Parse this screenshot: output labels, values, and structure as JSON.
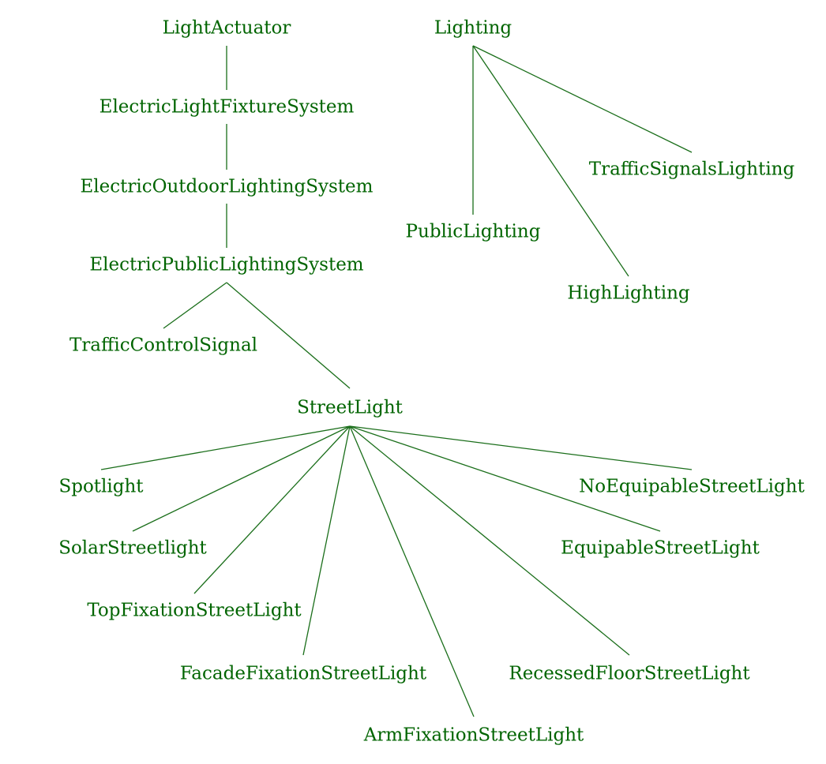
{
  "colors": {
    "ink": "#006400",
    "edge": "#1a6e1a",
    "background": "#ffffff"
  },
  "nodes": {
    "light_actuator": "LightActuator",
    "electric_light_fixture_system": "ElectricLightFixtureSystem",
    "electric_outdoor_lighting_system": "ElectricOutdoorLightingSystem",
    "electric_public_lighting_system": "ElectricPublicLightingSystem",
    "traffic_control_signal": "TrafficControlSignal",
    "street_light": "StreetLight",
    "spotlight": "Spotlight",
    "solar_streetlight": "SolarStreetlight",
    "top_fixation_street_light": "TopFixationStreetLight",
    "facade_fixation_street_light": "FacadeFixationStreetLight",
    "arm_fixation_street_light": "ArmFixationStreetLight",
    "recessed_floor_street_light": "RecessedFloorStreetLight",
    "equipable_street_light": "EquipableStreetLight",
    "no_equipable_street_light": "NoEquipableStreetLight",
    "lighting": "Lighting",
    "public_lighting": "PublicLighting",
    "high_lighting": "HighLighting",
    "traffic_signals_lighting": "TrafficSignalsLighting"
  },
  "edges": [
    [
      "light_actuator",
      "electric_light_fixture_system"
    ],
    [
      "electric_light_fixture_system",
      "electric_outdoor_lighting_system"
    ],
    [
      "electric_outdoor_lighting_system",
      "electric_public_lighting_system"
    ],
    [
      "electric_public_lighting_system",
      "traffic_control_signal"
    ],
    [
      "electric_public_lighting_system",
      "street_light"
    ],
    [
      "street_light",
      "spotlight"
    ],
    [
      "street_light",
      "solar_streetlight"
    ],
    [
      "street_light",
      "top_fixation_street_light"
    ],
    [
      "street_light",
      "facade_fixation_street_light"
    ],
    [
      "street_light",
      "arm_fixation_street_light"
    ],
    [
      "street_light",
      "recessed_floor_street_light"
    ],
    [
      "street_light",
      "equipable_street_light"
    ],
    [
      "street_light",
      "no_equipable_street_light"
    ],
    [
      "lighting",
      "public_lighting"
    ],
    [
      "lighting",
      "high_lighting"
    ],
    [
      "lighting",
      "traffic_signals_lighting"
    ]
  ]
}
